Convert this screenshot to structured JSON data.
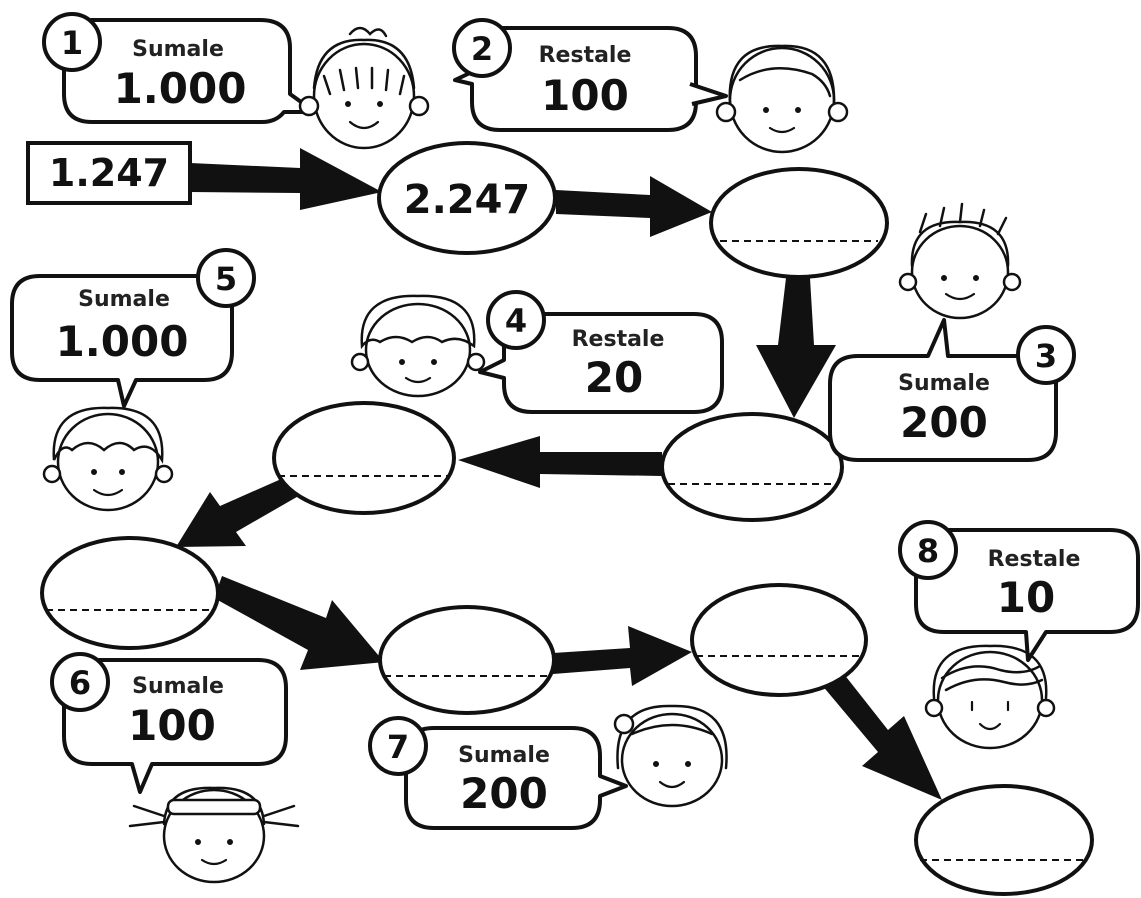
{
  "start": {
    "value": "1.247"
  },
  "first_result": {
    "value": "2.247"
  },
  "steps": [
    {
      "number": "1",
      "operation": "Sumale",
      "amount": "1.000"
    },
    {
      "number": "2",
      "operation": "Restale",
      "amount": "100"
    },
    {
      "number": "3",
      "operation": "Sumale",
      "amount": "200"
    },
    {
      "number": "4",
      "operation": "Restale",
      "amount": "20"
    },
    {
      "number": "5",
      "operation": "Sumale",
      "amount": "1.000"
    },
    {
      "number": "6",
      "operation": "Sumale",
      "amount": "100"
    },
    {
      "number": "7",
      "operation": "Sumale",
      "amount": "200"
    },
    {
      "number": "8",
      "operation": "Restale",
      "amount": "10"
    }
  ],
  "answer_slots": [
    "",
    "",
    "",
    "",
    "",
    "",
    ""
  ],
  "colors": {
    "ink": "#111111",
    "paper": "#ffffff"
  },
  "icons": [
    "child-face-icon",
    "arrow-icon"
  ]
}
